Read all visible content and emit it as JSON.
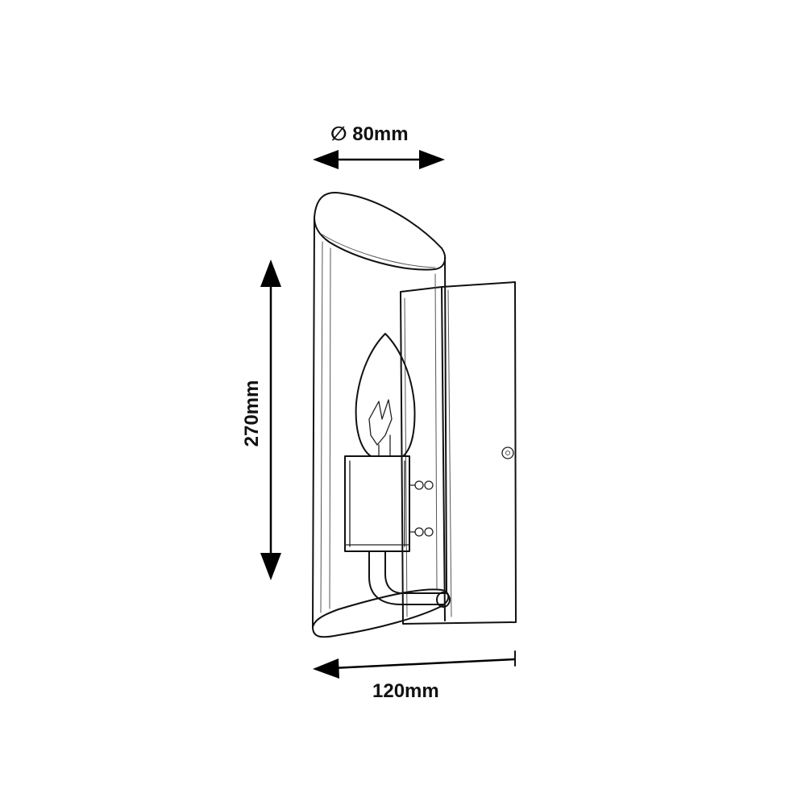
{
  "dimensions": {
    "diameter": "∅ 80mm",
    "height": "270mm",
    "width": "120mm"
  },
  "colors": {
    "line": "#111111",
    "background": "#ffffff"
  }
}
